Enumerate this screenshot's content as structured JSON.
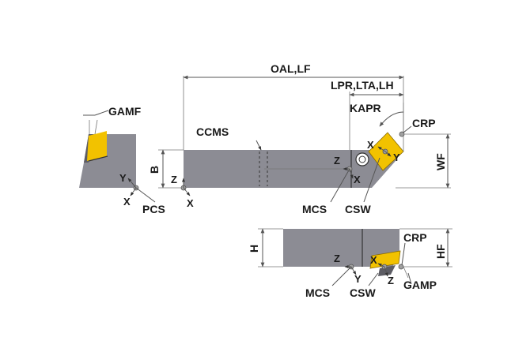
{
  "colors": {
    "body": "#8c8c94",
    "body_dark": "#5d5d64",
    "body_light": "#b9b9c0",
    "insert": "#f2c200",
    "insert_dark": "#b58d00",
    "point": "#a0a0a0"
  },
  "labels": {
    "gamf": "GAMF",
    "ccms": "CCMS",
    "oal_lf": "OAL,LF",
    "lpr_lta_lh": "LPR,LTA,LH",
    "kapr": "KAPR",
    "crp_top": "CRP",
    "wf": "WF",
    "b": "B",
    "pcs": "PCS",
    "mcs_top": "MCS",
    "csw_top": "CSW",
    "h": "H",
    "hf": "HF",
    "crp_bottom": "CRP",
    "gamp": "GAMP",
    "mcs_bottom": "MCS",
    "csw_bottom": "CSW"
  },
  "axes": {
    "left_y": "Y",
    "left_x": "X",
    "pcs_z": "Z",
    "pcs_x": "X",
    "mcs_z": "Z",
    "mcs_x": "X",
    "csw_x": "X",
    "csw_y": "Y",
    "bot_mcs_z": "Z",
    "bot_mcs_y": "Y",
    "bot_csw_x": "X",
    "bot_csw_z": "Z"
  }
}
